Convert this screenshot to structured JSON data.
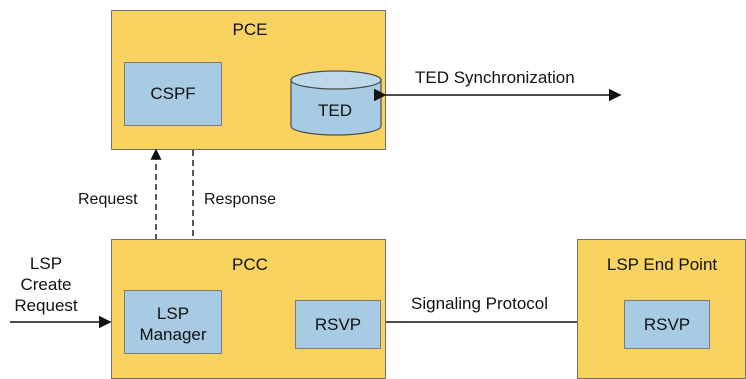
{
  "colors": {
    "outer_fill": "#f8d35f",
    "inner_fill": "#a7cbe3",
    "line": "#111111",
    "text": "#111111"
  },
  "pce": {
    "title": "PCE",
    "cspf": "CSPF",
    "ted": "TED"
  },
  "pcc": {
    "title": "PCC",
    "lsp_manager_line1": "LSP",
    "lsp_manager_line2": "Manager",
    "rsvp": "RSVP"
  },
  "endpoint": {
    "title": "LSP End Point",
    "rsvp": "RSVP"
  },
  "labels": {
    "ted_sync": "TED Synchronization",
    "request": "Request",
    "response": "Response",
    "lsp_create_line1": "LSP",
    "lsp_create_line2": "Create",
    "lsp_create_line3": "Request",
    "signaling": "Signaling Protocol"
  }
}
